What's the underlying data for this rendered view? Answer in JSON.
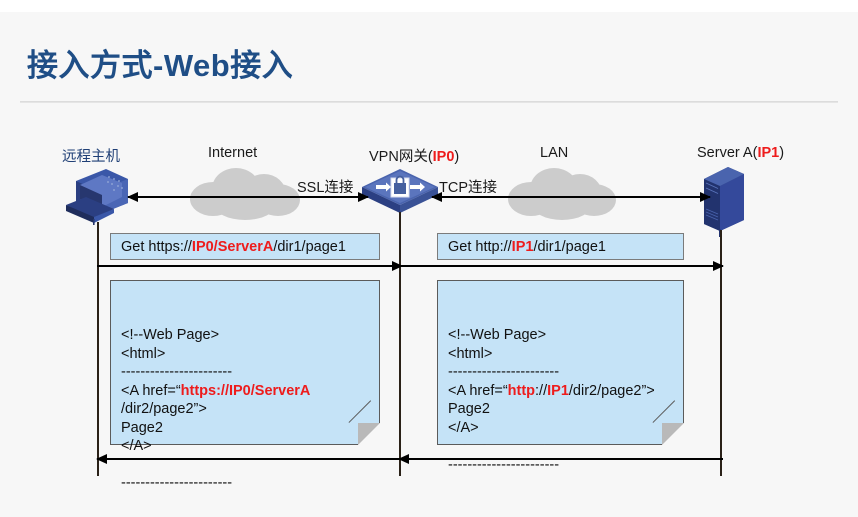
{
  "slide": {
    "title": "接入方式-Web接入",
    "background_color": "#f7f7f7",
    "title_color": "#1f4e86",
    "accent_red": "#ee1c1c",
    "box_fill": "#c5e3f7",
    "cloud_color": "#cccccc",
    "device_color": "#2e4a9e"
  },
  "nodes": [
    {
      "id": "remote-host",
      "label": "远程主机",
      "icon": "workstation-icon"
    },
    {
      "id": "vpn-gateway",
      "label_prefix": "VPN网关(",
      "label_ip": "IP0",
      "label_suffix": ")",
      "icon": "vpn-gateway-icon"
    },
    {
      "id": "server-a",
      "label_prefix": "Server A(",
      "label_ip": "IP1",
      "label_suffix": ")",
      "icon": "server-icon"
    }
  ],
  "networks": [
    {
      "id": "internet",
      "label": "Internet",
      "icon": "cloud-icon"
    },
    {
      "id": "lan",
      "label": "LAN",
      "icon": "cloud-icon"
    }
  ],
  "links": [
    {
      "id": "ssl-link",
      "label": "SSL连接"
    },
    {
      "id": "tcp-link",
      "label": "TCP连接"
    }
  ],
  "requests": [
    {
      "id": "request-left",
      "text_parts": [
        {
          "t": "Get https://",
          "red": false
        },
        {
          "t": "IP0/ServerA",
          "red": true
        },
        {
          "t": "/dir1/page1",
          "red": false
        }
      ]
    },
    {
      "id": "request-right",
      "text_parts": [
        {
          "t": "Get http://",
          "red": false
        },
        {
          "t": "IP1",
          "red": true
        },
        {
          "t": "/dir1/page1",
          "red": false
        }
      ]
    }
  ],
  "pages": [
    {
      "id": "page-left",
      "lines": [
        [
          {
            "t": "<!--Web Page>",
            "red": false
          }
        ],
        [
          {
            "t": "<html>",
            "red": false
          }
        ],
        [
          {
            "t": "-----------------------",
            "red": false
          }
        ],
        [
          {
            "t": "<A href=“",
            "red": false
          },
          {
            "t": "https://IP0/ServerA",
            "red": true
          }
        ],
        [
          {
            "t": "/dir2/page2”>",
            "red": false
          }
        ],
        [
          {
            "t": "Page2",
            "red": false
          }
        ],
        [
          {
            "t": "</A>",
            "red": false
          }
        ],
        [
          {
            "t": "",
            "red": false
          }
        ],
        [
          {
            "t": "-----------------------",
            "red": false
          }
        ]
      ]
    },
    {
      "id": "page-right",
      "lines": [
        [
          {
            "t": "<!--Web Page>",
            "red": false
          }
        ],
        [
          {
            "t": "<html>",
            "red": false
          }
        ],
        [
          {
            "t": "-----------------------",
            "red": false
          }
        ],
        [
          {
            "t": "<A href=“",
            "red": false
          },
          {
            "t": "http",
            "red": true
          },
          {
            "t": "://",
            "red": false
          },
          {
            "t": "IP1",
            "red": true
          },
          {
            "t": "/dir2/page2”>",
            "red": false
          }
        ],
        [
          {
            "t": "Page2",
            "red": false
          }
        ],
        [
          {
            "t": "</A>",
            "red": false
          }
        ],
        [
          {
            "t": "",
            "red": false
          }
        ],
        [
          {
            "t": "-----------------------",
            "red": false
          }
        ]
      ]
    }
  ]
}
